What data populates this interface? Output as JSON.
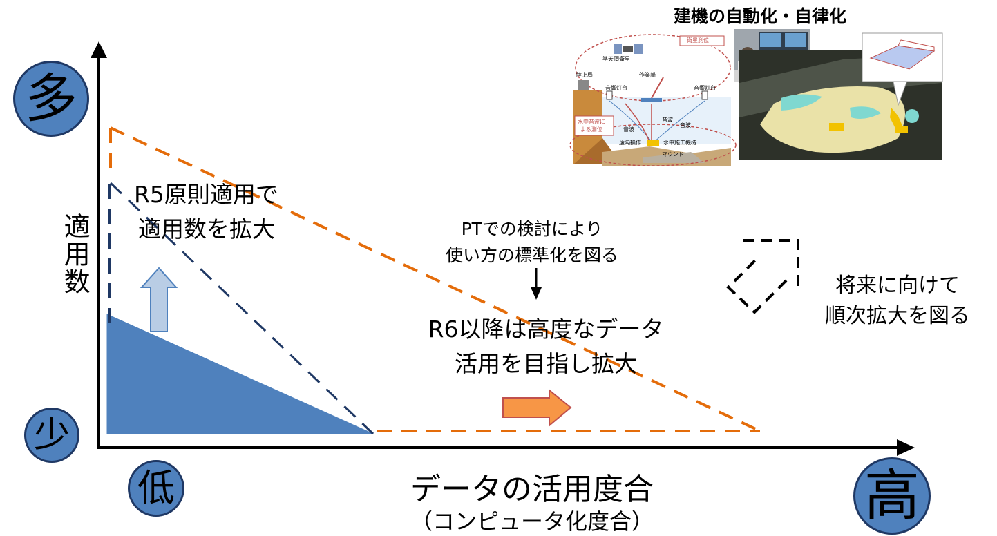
{
  "y_axis": {
    "high_label": "多",
    "low_label": "少",
    "title": "適用数"
  },
  "x_axis": {
    "low_label": "低",
    "high_label": "高",
    "title": "データの活用度合",
    "subtitle": "（コンピュータ化度合）"
  },
  "top_caption": "建機の自動化・自律化",
  "notes": {
    "r5_line1": "R5原則適用で",
    "r5_line2": "適用数を拡大",
    "pt_line1": "PTでの検討により",
    "pt_line2": "使い方の標準化を図る",
    "r6_line1": "R6以降は高度なデータ",
    "r6_line2": "活用を目指し拡大",
    "future_line1": "将来に向けて",
    "future_line2": "順次拡大を図る"
  },
  "underwater_diagram": {
    "satellite_label": "準天頂衛星",
    "land_station_label": "陸上局",
    "positioning_label": "衛星測位",
    "work_ship_label": "作業船",
    "left_beacon_label": "音響灯台",
    "right_beacon_label": "音響灯台",
    "sound_wave_label_1": "音波",
    "sound_wave_label_2": "音波",
    "sound_wave_label_3": "音波",
    "acoustic_positioning_label_1": "水中音波に",
    "acoustic_positioning_label_2": "よる測位",
    "remote_operation_label": "遠隔操作",
    "underwater_machine_label": "水中施工機械",
    "mound_label": "マウンド"
  },
  "colors": {
    "accent_blue": "#4f81bd",
    "dark_blue_dash": "#1f3864",
    "orange_dash": "#e46c0a",
    "orange_arrow": "#f79646",
    "light_blue_arrow": "#b9cde5"
  },
  "icons": [
    "up-arrow-icon",
    "right-arrow-icon",
    "down-arrow-icon",
    "dashed-diagonal-arrow-icon"
  ]
}
